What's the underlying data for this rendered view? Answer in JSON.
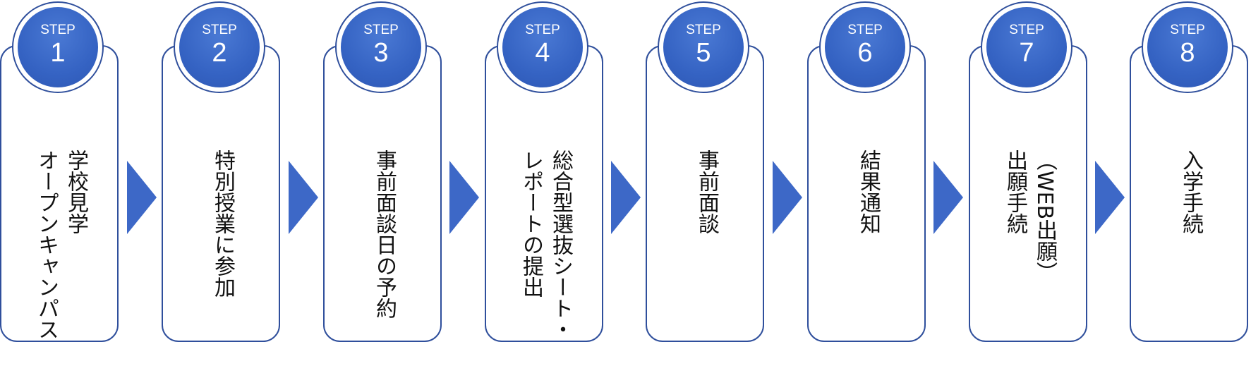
{
  "diagram": {
    "accent_color": "#3d68c7",
    "steps": [
      {
        "label": "STEP",
        "number": "1",
        "text": "学校見学\nオープンキャンパス"
      },
      {
        "label": "STEP",
        "number": "2",
        "text": "特別授業に参加"
      },
      {
        "label": "STEP",
        "number": "3",
        "text": "事前面談日の予約"
      },
      {
        "label": "STEP",
        "number": "4",
        "text": "総合型選抜シート・\nレポートの提出"
      },
      {
        "label": "STEP",
        "number": "5",
        "text": "事前面談"
      },
      {
        "label": "STEP",
        "number": "6",
        "text": "結果通知"
      },
      {
        "label": "STEP",
        "number": "7",
        "text": "（WEB出願）\n出願手続"
      },
      {
        "label": "STEP",
        "number": "8",
        "text": "入学手続"
      }
    ]
  }
}
